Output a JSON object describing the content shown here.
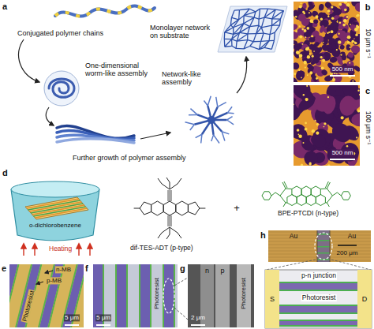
{
  "diagram": {
    "labels": [
      "a",
      "Conjugated polymer chains",
      "Monolayer network on substrate",
      "One-dimensional worm-like assembly",
      "Network-like assembly",
      "Further growth of polymer assembly",
      "b",
      "10 μm s⁻¹",
      "500 nm",
      "c",
      "100 μm s⁻¹",
      "500 nm",
      "d",
      "dif-TES-ADT (p-type)",
      "+",
      "BPE-PTCDI (n-type)",
      "o-dichlorobenzene",
      "Heating",
      "h",
      "Au",
      "Au",
      "200 μm",
      "e",
      "n-MB",
      "p-MB",
      "Photoresist",
      "5 μm",
      "f",
      "Photoresist",
      "5 μm",
      "g",
      "n",
      "p",
      "Photoresist",
      "2 μm",
      "p-n junction",
      "Photoresist",
      "S",
      "D"
    ]
  }
}
